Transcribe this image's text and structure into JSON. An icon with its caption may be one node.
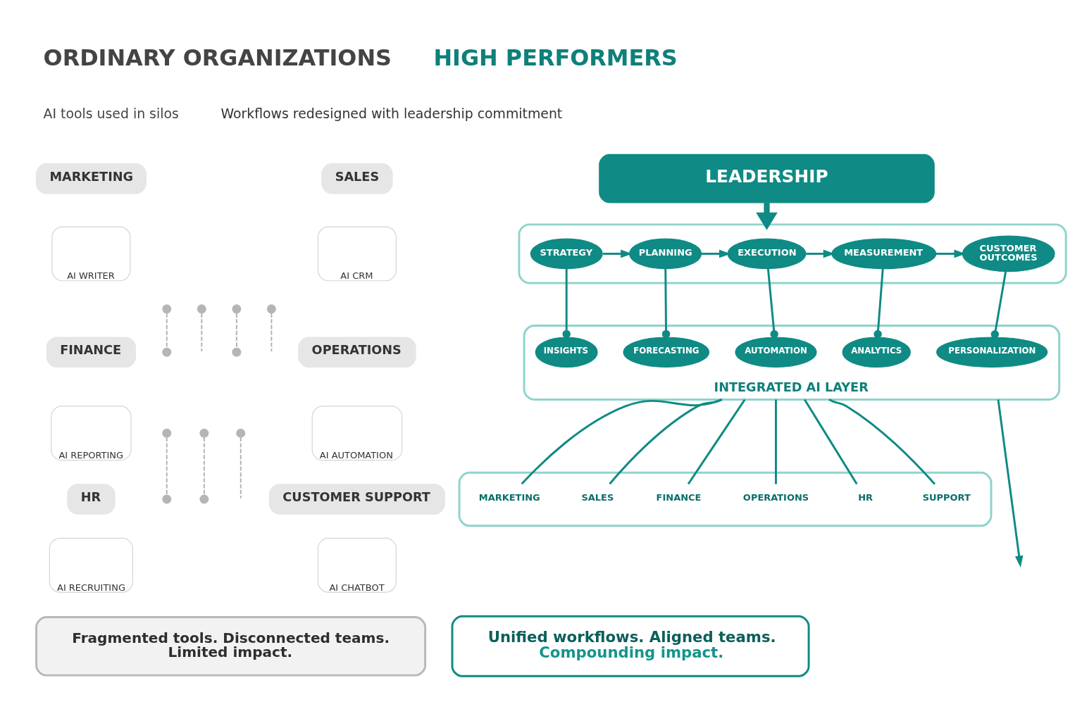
{
  "diagram": {
    "nodes": [
      {
        "text": [
          "MARKETING"
        ]
      },
      {
        "text": [
          "AI WRITER"
        ]
      },
      {
        "text": [
          "SALES"
        ]
      },
      {
        "text": [
          "AI CRM"
        ]
      },
      {
        "text": [
          "FINANCE"
        ]
      },
      {
        "text": [
          "AI REPORTING"
        ]
      },
      {
        "text": [
          "OPERATIONS"
        ]
      },
      {
        "text": [
          "AI AUTOMATION"
        ]
      },
      {
        "text": [
          "HR"
        ]
      },
      {
        "text": [
          "AI RECRUITING"
        ]
      },
      {
        "text": [
          "CUSTOMER SUPPORT"
        ]
      },
      {
        "text": [
          "AI CHATBOT"
        ]
      },
      {
        "text": [],
        "shape": "circle"
      },
      {
        "text": [],
        "shape": "circle"
      },
      {
        "text": [],
        "shape": "circle"
      },
      {
        "text": [],
        "shape": "circle"
      },
      {
        "text": [],
        "shape": "circle"
      },
      {
        "text": [],
        "shape": "circle"
      },
      {
        "text": [],
        "shape": "circle"
      },
      {
        "text": [],
        "shape": "circle"
      },
      {
        "text": [],
        "shape": "circle"
      },
      {
        "text": [],
        "shape": "circle"
      },
      {
        "text": [],
        "shape": "circle"
      },
      {
        "text": [
          "Fragmented tools. Disconnected teams. Limited impact."
        ]
      },
      {
        "text": [
          "LEADERSHIP"
        ]
      },
      {
        "text": [],
        "shape": "box"
      },
      {
        "text": [
          "STRATEGY"
        ],
        "in": 25
      },
      {
        "text": [
          "PLANNING"
        ],
        "in": 25
      },
      {
        "text": [
          "EXECUTION"
        ],
        "in": 25
      },
      {
        "text": [
          "MEASUREMENT"
        ],
        "in": 25
      },
      {
        "text": [
          "CUSTOMER OUTCOMES"
        ],
        "in": 25
      },
      {
        "text": [
          "INTEGRATED AI LAYER"
        ]
      },
      {
        "text": [
          "INSIGHTS"
        ],
        "in": 31
      },
      {
        "text": [
          "FORECASTING"
        ],
        "in": 31
      },
      {
        "text": [
          "AUTOMATION"
        ],
        "in": 31
      },
      {
        "text": [
          "ANALYTICS"
        ],
        "in": 31
      },
      {
        "text": [
          "PERSONALIZATION"
        ],
        "in": 31
      },
      {
        "text": [],
        "shape": "box"
      },
      {
        "text": [
          "MARKETING"
        ],
        "in": 37
      },
      {
        "text": [
          "SALES"
        ],
        "in": 37
      },
      {
        "text": [
          "FINANCE"
        ],
        "in": 37
      },
      {
        "text": [
          "OPERATIONS"
        ],
        "in": 37
      },
      {
        "text": [
          "HR"
        ],
        "in": 37
      },
      {
        "text": [
          "SUPPORT"
        ],
        "in": 37
      },
      {
        "text": [
          "Unified workflows. Aligned teams.",
          "Compounding impact."
        ]
      }
    ],
    "edges": [
      {
        "from": 12,
        "to": 13,
        "arrow": "none",
        "style": "dashed",
        "color": "#b0b0b0"
      },
      {
        "from": 14,
        "to": null,
        "arrow": "none",
        "style": "dashed",
        "color": "#b0b0b0"
      },
      {
        "from": 15,
        "to": 16,
        "arrow": "none",
        "style": "dashed",
        "color": "#b0b0b0"
      },
      {
        "from": 17,
        "to": null,
        "arrow": "none",
        "style": "dashed",
        "color": "#b0b0b0"
      },
      {
        "from": 18,
        "to": 19,
        "arrow": "none",
        "style": "dashed",
        "color": "#b0b0b0"
      },
      {
        "from": 20,
        "to": 21,
        "arrow": "none",
        "style": "dashed",
        "color": "#b0b0b0"
      },
      {
        "from": 22,
        "to": null,
        "arrow": "none",
        "style": "dashed",
        "color": "#b0b0b0"
      },
      {
        "from": 24,
        "to": 25,
        "arrow": "to",
        "style": "thick"
      },
      {
        "from": 26,
        "to": 27,
        "arrow": "to"
      },
      {
        "from": 27,
        "to": 28,
        "arrow": "to"
      },
      {
        "from": 28,
        "to": 29,
        "arrow": "to"
      },
      {
        "from": 29,
        "to": 30,
        "arrow": "to"
      },
      {
        "from": 26,
        "to": 32,
        "arrow": "other"
      },
      {
        "from": 27,
        "to": 33,
        "arrow": "other"
      },
      {
        "from": 28,
        "to": 34,
        "arrow": "other"
      },
      {
        "from": 29,
        "to": 35,
        "arrow": "other"
      },
      {
        "from": 30,
        "to": 36,
        "arrow": "other"
      },
      {
        "from": 31,
        "to": 38,
        "arrow": "none"
      },
      {
        "from": 31,
        "to": 39,
        "arrow": "none"
      },
      {
        "from": 31,
        "to": 40,
        "arrow": "none"
      },
      {
        "from": 31,
        "to": 41,
        "arrow": "none"
      },
      {
        "from": 31,
        "to": 42,
        "arrow": "none"
      },
      {
        "from": 31,
        "to": 43,
        "arrow": "none"
      },
      {
        "from": 31,
        "to": null,
        "arrow": "to"
      }
    ],
    "labels": [
      "ORDINARY ORGANIZATIONS",
      "AI tools used in silos",
      "HIGH PERFORMERS",
      "Workflows redesigned with leadership commitment"
    ]
  }
}
